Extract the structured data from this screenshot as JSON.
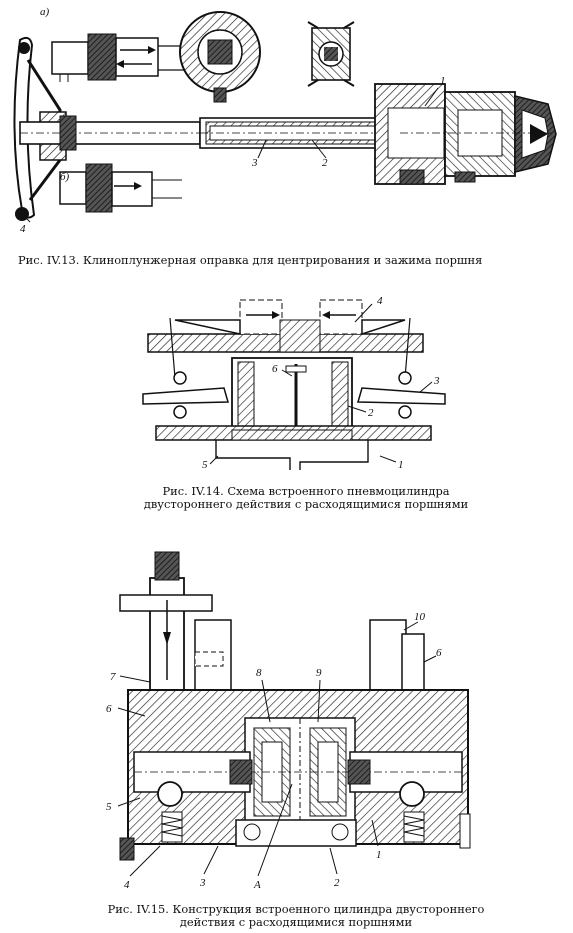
{
  "fig13": {
    "caption": "Рис. IV.13. Клиноплунжерная оправка для центрирования и зажима поршня",
    "labels": {
      "a": "а)",
      "b": "б)",
      "n1": "1",
      "n2": "2",
      "n3": "3",
      "n4": "4"
    }
  },
  "fig14": {
    "caption": "Рис. IV.14. Схема встроенного пневмоцилиндра двустороннего действия с расходящимися поршнями",
    "labels": {
      "n1": "1",
      "n2": "2",
      "n3": "3",
      "n4": "4",
      "n5": "5",
      "n6": "6"
    }
  },
  "fig15": {
    "caption": "Рис. IV.15. Конструкция встроенного цилиндра двустороннего действия с расходящимися поршнями",
    "labels": {
      "n1": "1",
      "n2": "2",
      "n3": "3",
      "n4": "4",
      "n5": "5",
      "n6a": "6",
      "n6b": "6",
      "n7": "7",
      "n8": "8",
      "n9": "9",
      "n10": "10",
      "A": "А"
    }
  }
}
